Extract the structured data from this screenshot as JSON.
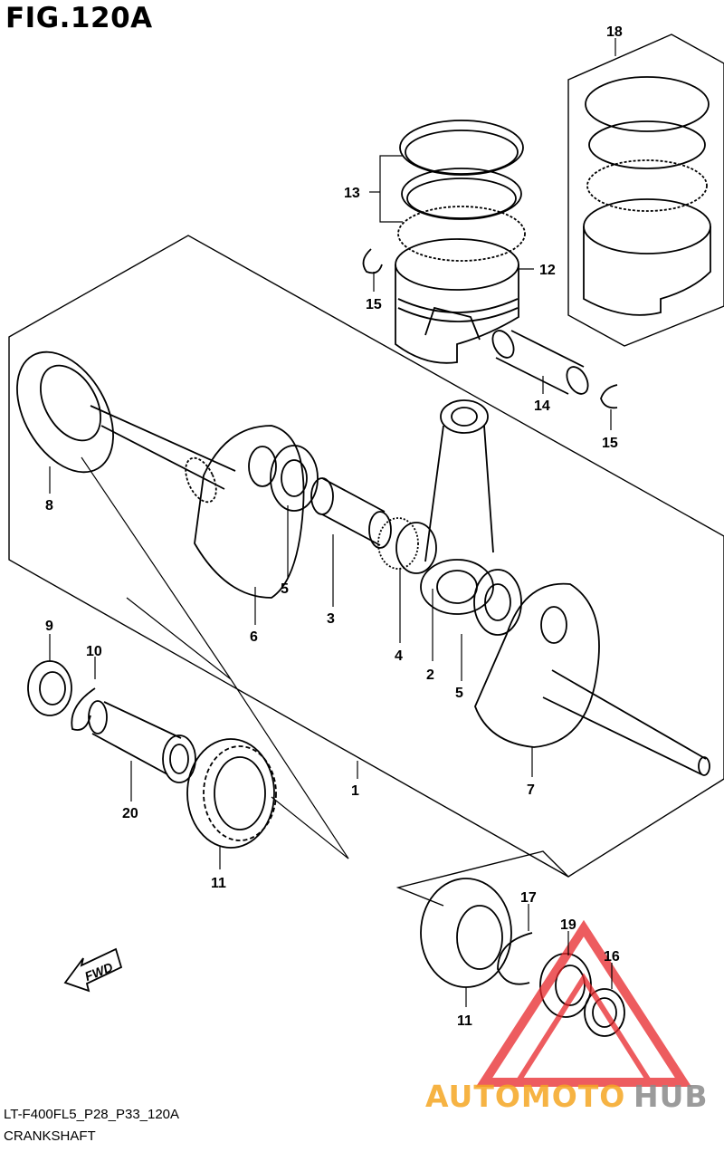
{
  "figure": {
    "title": "FIG.120A",
    "code": "LT-F400FL5_P28_P33_120A",
    "name": "CRANKSHAFT"
  },
  "fwd_label": "FWD",
  "watermark": {
    "part1": "AUTOMOTO",
    "part2": "HUB",
    "color_orange": "#f5a623",
    "color_gray": "#8a8a8a",
    "color_red": "#e8262a"
  },
  "callouts": [
    "1",
    "2",
    "3",
    "4",
    "5",
    "5",
    "6",
    "7",
    "8",
    "9",
    "10",
    "11",
    "11",
    "12",
    "13",
    "14",
    "15",
    "15",
    "16",
    "17",
    "18",
    "19",
    "20"
  ]
}
